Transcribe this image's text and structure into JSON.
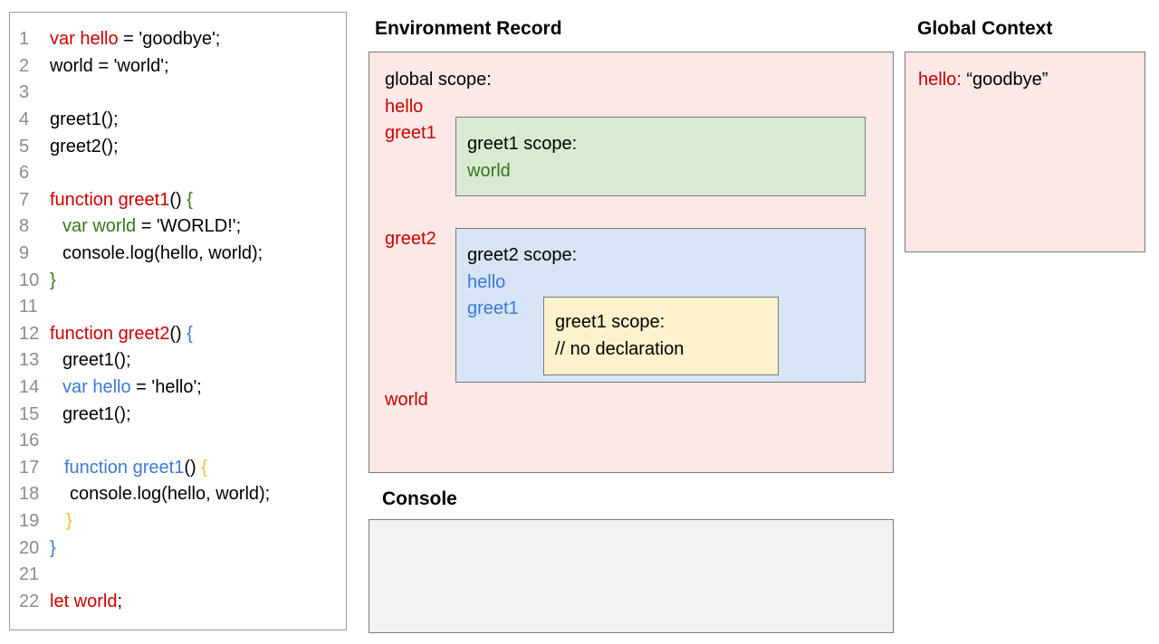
{
  "colors": {
    "red": "#cc0000",
    "green": "#38761d",
    "blue": "#3c78d8",
    "orange": "#f1c232",
    "black": "#000000",
    "line_number_gray": "#8b8b8b",
    "pink_bg": "#fce8e6",
    "green_bg": "#d9ead3",
    "blue_bg": "#d7e4f5",
    "yellow_bg": "#fef2cc",
    "console_bg": "#f2f2f2"
  },
  "code_panel": {
    "lines": [
      {
        "n": "1",
        "indent": 0,
        "segments": [
          {
            "t": "var hello",
            "c": "red"
          },
          {
            "t": " = 'goodbye';",
            "c": "black"
          }
        ]
      },
      {
        "n": "2",
        "indent": 0,
        "segments": [
          {
            "t": "world = 'world';",
            "c": "black"
          }
        ]
      },
      {
        "n": "3",
        "indent": 0,
        "segments": []
      },
      {
        "n": "4",
        "indent": 0,
        "segments": [
          {
            "t": "greet1();",
            "c": "black"
          }
        ]
      },
      {
        "n": "5",
        "indent": 0,
        "segments": [
          {
            "t": "greet2();",
            "c": "black"
          }
        ]
      },
      {
        "n": "6",
        "indent": 0,
        "segments": []
      },
      {
        "n": "7",
        "indent": 0,
        "segments": [
          {
            "t": "function greet1",
            "c": "red"
          },
          {
            "t": "() ",
            "c": "black"
          },
          {
            "t": "{",
            "c": "green"
          }
        ]
      },
      {
        "n": "8",
        "indent": 14,
        "segments": [
          {
            "t": "var world",
            "c": "green"
          },
          {
            "t": " = 'WORLD!';",
            "c": "black"
          }
        ]
      },
      {
        "n": "9",
        "indent": 14,
        "segments": [
          {
            "t": "console.log(hello, world);",
            "c": "black"
          }
        ]
      },
      {
        "n": "10",
        "indent": 0,
        "segments": [
          {
            "t": "}",
            "c": "green"
          }
        ]
      },
      {
        "n": "11",
        "indent": 0,
        "segments": []
      },
      {
        "n": "12",
        "indent": 0,
        "segments": [
          {
            "t": "function greet2",
            "c": "red"
          },
          {
            "t": "() ",
            "c": "black"
          },
          {
            "t": "{",
            "c": "blue"
          }
        ]
      },
      {
        "n": "13",
        "indent": 14,
        "segments": [
          {
            "t": "greet1();",
            "c": "black"
          }
        ]
      },
      {
        "n": "14",
        "indent": 14,
        "segments": [
          {
            "t": "var hello",
            "c": "blue"
          },
          {
            "t": " = 'hello';",
            "c": "black"
          }
        ]
      },
      {
        "n": "15",
        "indent": 14,
        "segments": [
          {
            "t": "greet1();",
            "c": "black"
          }
        ]
      },
      {
        "n": "16",
        "indent": 0,
        "segments": []
      },
      {
        "n": "17",
        "indent": 16,
        "segments": [
          {
            "t": "function greet1",
            "c": "blue"
          },
          {
            "t": "() ",
            "c": "black"
          },
          {
            "t": "{",
            "c": "orange"
          }
        ]
      },
      {
        "n": "18",
        "indent": 22,
        "segments": [
          {
            "t": "console.log(hello, world);",
            "c": "black"
          }
        ]
      },
      {
        "n": "19",
        "indent": 18,
        "segments": [
          {
            "t": "}",
            "c": "orange"
          }
        ]
      },
      {
        "n": "20",
        "indent": 0,
        "segments": [
          {
            "t": "}",
            "c": "blue"
          }
        ]
      },
      {
        "n": "21",
        "indent": 0,
        "segments": []
      },
      {
        "n": "22",
        "indent": 0,
        "segments": [
          {
            "t": "let world",
            "c": "red"
          },
          {
            "t": ";",
            "c": "black"
          }
        ]
      }
    ]
  },
  "env_record": {
    "title": "Environment Record",
    "global_scope": {
      "label": "global scope:",
      "vars": [
        "hello",
        "greet1",
        "greet2",
        "world"
      ]
    },
    "greet1_scope": {
      "label": "greet1 scope:",
      "vars": [
        "world"
      ]
    },
    "greet2_scope": {
      "label": "greet2 scope:",
      "vars": [
        "hello",
        "greet1"
      ]
    },
    "greet1_inner_scope": {
      "label": "greet1 scope:",
      "comment": "// no declaration"
    }
  },
  "global_context": {
    "title": "Global Context",
    "entry": {
      "key": "hello:",
      "value": " “goodbye”"
    }
  },
  "console": {
    "title": "Console"
  }
}
